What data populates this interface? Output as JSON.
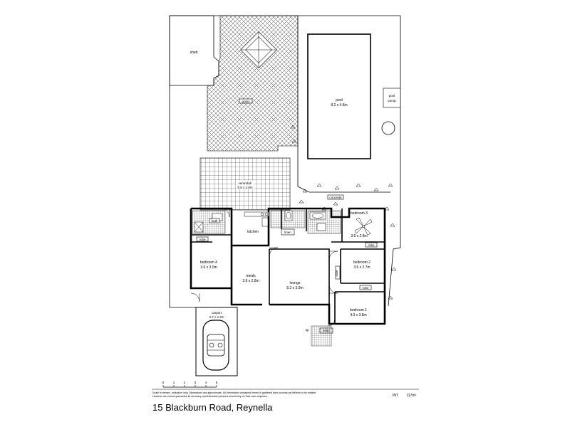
{
  "address": "15 Blackburn Road, Reynella",
  "disclaimer": "Scale in metres. Indicative only. Dimensions are approximate. All information contained herein is gathered from sources we believe to be reliable. However we cannot guarantee its accuracy and interested persons should rely on their own enquiries.",
  "area": {
    "label": "INT",
    "value": "117m²"
  },
  "scale_ticks": [
    "0",
    "1",
    "2",
    "3",
    "4",
    "5"
  ],
  "rooms": {
    "shed": {
      "name": "shed"
    },
    "grass": {
      "name": "grass"
    },
    "pool": {
      "name": "pool",
      "dims": "8.2 x 4.8m"
    },
    "pool_pump": {
      "name": "pool",
      "name2": "pump"
    },
    "verandah": {
      "name": "verandah",
      "dims": "6.8 x 3.9m"
    },
    "concrete": {
      "name": "concrete"
    },
    "bedroom3": {
      "name": "bedroom 3",
      "dims": "3.6 x 2.8m"
    },
    "bedroom4": {
      "name": "bedroom 4",
      "dims": "3.6 x 3.0m"
    },
    "bedroom2": {
      "name": "bedroom 2",
      "dims": "3.6 x 2.7m"
    },
    "bedroom1": {
      "name": "bedroom 1",
      "dims": "4.0 x 3.8m"
    },
    "kitchen": {
      "name": "kitchen"
    },
    "meals": {
      "name": "meals",
      "dims": "3.8 x 2.8m"
    },
    "lounge": {
      "name": "lounge",
      "dims": "5.3 x 3.9m"
    },
    "linen": {
      "name": "linen"
    },
    "entry": {
      "name": "entry"
    },
    "carport": {
      "name": "carport",
      "dims": "4.7 x 2.4m"
    },
    "robe": "robe",
    "bath": "bath",
    "up": "up"
  }
}
